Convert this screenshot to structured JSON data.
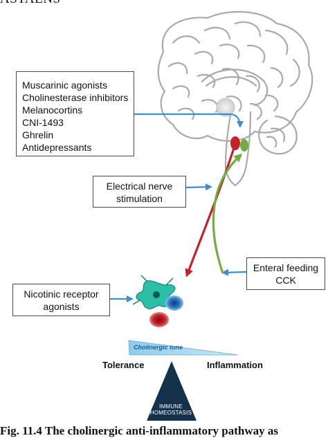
{
  "header_fragment": "ASTAENS",
  "drug_box": {
    "items": [
      "Muscarinic agonists",
      "Cholinesterase inhibitors",
      "Melanocortins",
      "CNI-1493",
      "Ghrelin",
      "Antidepressants"
    ]
  },
  "electrical_box": {
    "lines": [
      "Electrical nerve",
      "stimulation"
    ]
  },
  "enteral_box": {
    "lines": [
      "Enteral feeding",
      "CCK"
    ]
  },
  "nicotinic_box": {
    "lines": [
      "Nicotinic receptor",
      "agonists"
    ]
  },
  "scale": {
    "tone_label": "Cholinergic tone",
    "left_label": "Tolerance",
    "right_label": "Inflammation",
    "fulcrum_lines": [
      "IMMUNE",
      "HOMEOSTASIS"
    ]
  },
  "caption": "Fig. 11.4  The cholinergic anti-inflammatory pathway as",
  "colors": {
    "efferent_arrow": "#c8202a",
    "afferent_arrow": "#6fae3f",
    "pointer_arrow": "#3b8fd0",
    "brain_outline": "#a9a9a9",
    "fulcrum": "#15324d",
    "tone_bar": "#9fd2ee"
  }
}
